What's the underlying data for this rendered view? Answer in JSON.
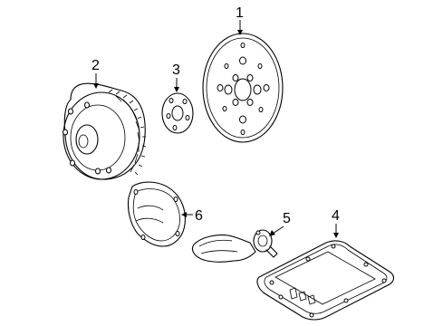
{
  "callouts": [
    {
      "number": "1",
      "part": "flexplate"
    },
    {
      "number": "2",
      "part": "torque-converter"
    },
    {
      "number": "3",
      "part": "adapter-plate"
    },
    {
      "number": "4",
      "part": "transmission-oil-pan"
    },
    {
      "number": "5",
      "part": "filter-assembly"
    },
    {
      "number": "6",
      "part": "cover"
    }
  ],
  "colors": {
    "line": "#000000",
    "background": "#ffffff"
  }
}
